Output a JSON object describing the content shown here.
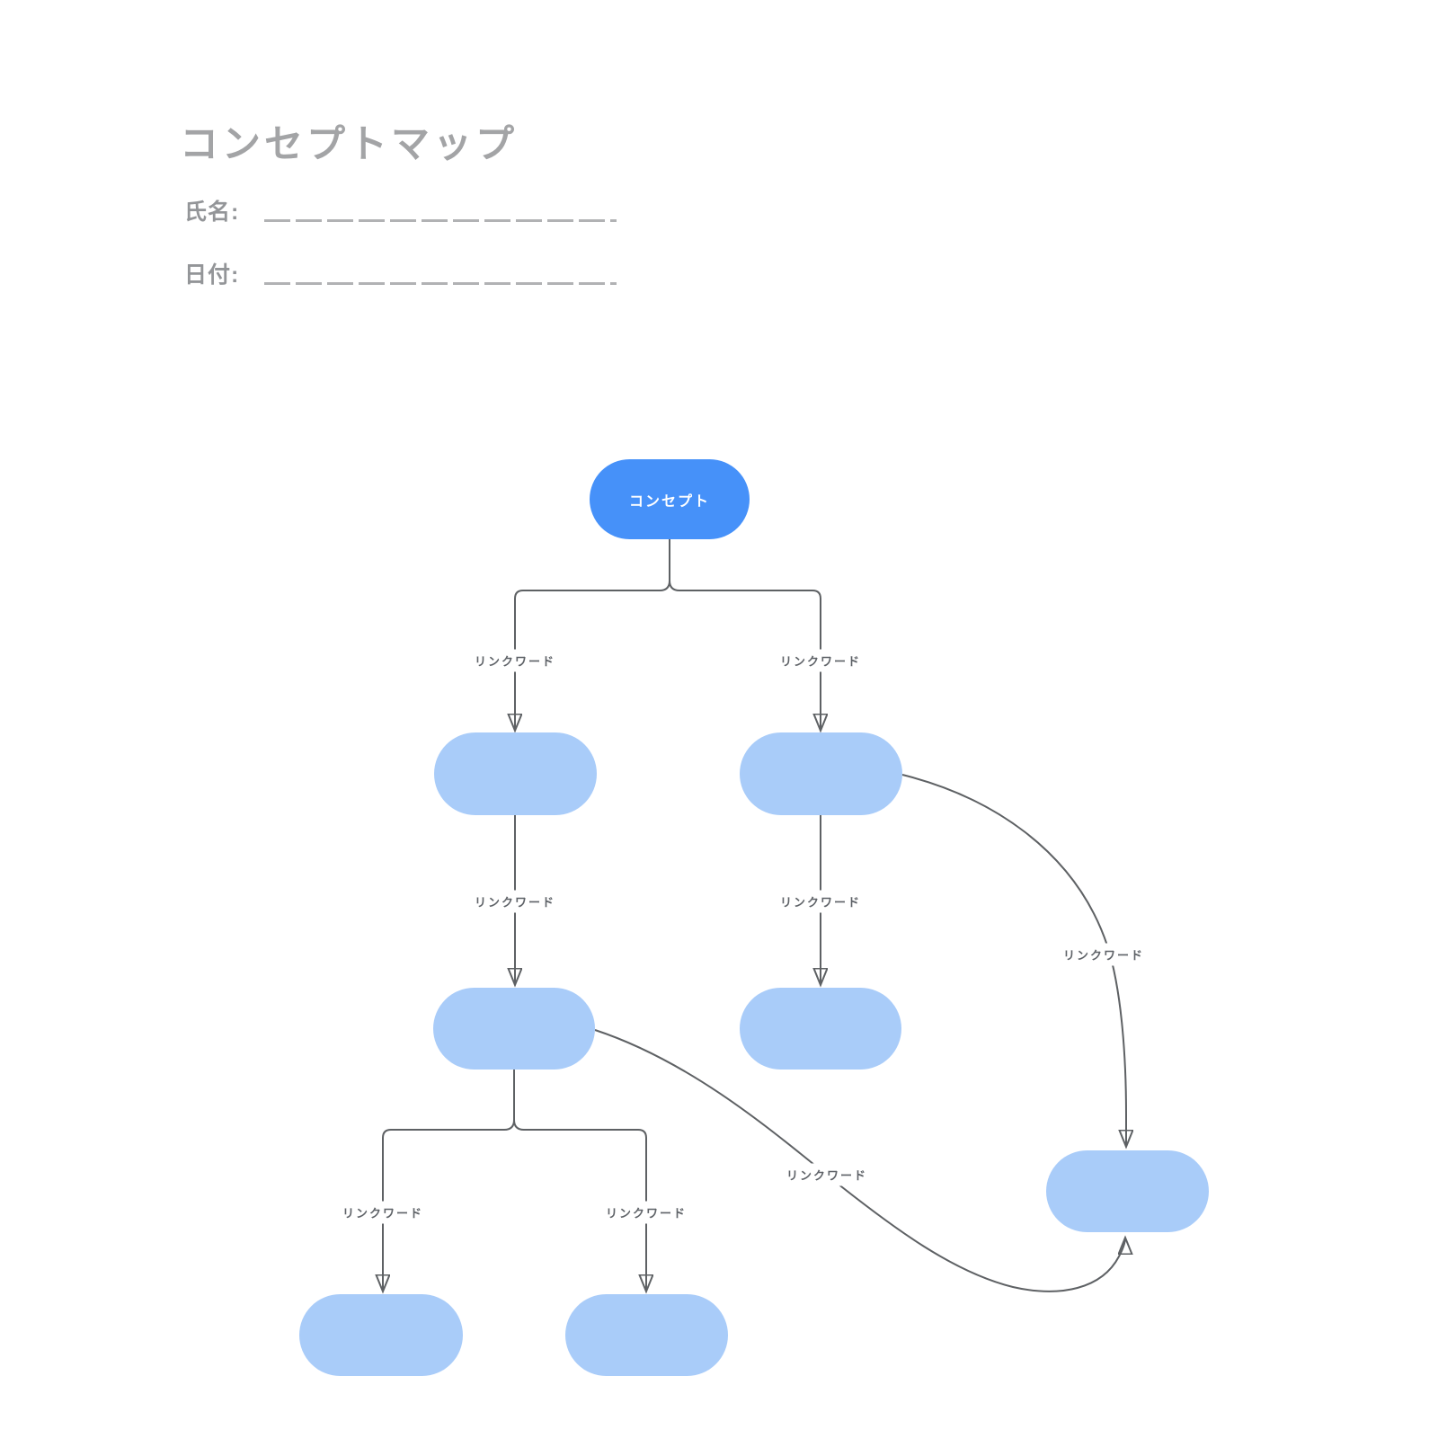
{
  "page": {
    "title": "コンセプトマップ",
    "fields": [
      {
        "label": "氏名:"
      },
      {
        "label": "日付:"
      }
    ]
  },
  "diagram": {
    "root": {
      "label": "コンセプト"
    },
    "link_word_label": "リンクワード",
    "link_word_count": 8,
    "empty_node_count": 7,
    "colors": {
      "root_node_fill": "#4691F9",
      "root_node_text": "#FFFFFF",
      "child_node_fill": "#A9CCF9",
      "edge_stroke": "#5E6164",
      "arrowhead_fill": "#6C7074",
      "link_label_text": "#5F6368",
      "title_text": "#A3A4A6",
      "field_label_text": "#939598",
      "field_line": "#B1B2B4"
    }
  }
}
